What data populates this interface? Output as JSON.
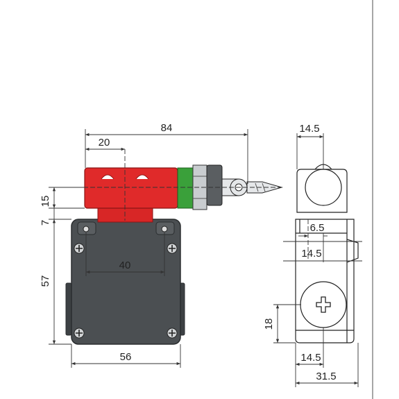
{
  "colors": {
    "housing": "#4b4f52",
    "housing_edge": "#2a2d2f",
    "actuator_red": "#e02a2a",
    "green_ring": "#3aa03a",
    "metal": "#c9cdd0",
    "line": "#333333"
  },
  "front_view": {
    "dim_overall_width": "84",
    "dim_head_offset": "20",
    "dim_head_height": "15",
    "dim_gap": "7",
    "dim_housing_height": "57",
    "dim_mount_spacing": "40",
    "dim_housing_width": "56"
  },
  "side_view": {
    "dim_top_width": "14.5",
    "dim_inner": "6.5",
    "dim_mid": "14.5",
    "dim_screw_height": "18",
    "dim_bottom": "14.5",
    "dim_depth": "31.5"
  }
}
